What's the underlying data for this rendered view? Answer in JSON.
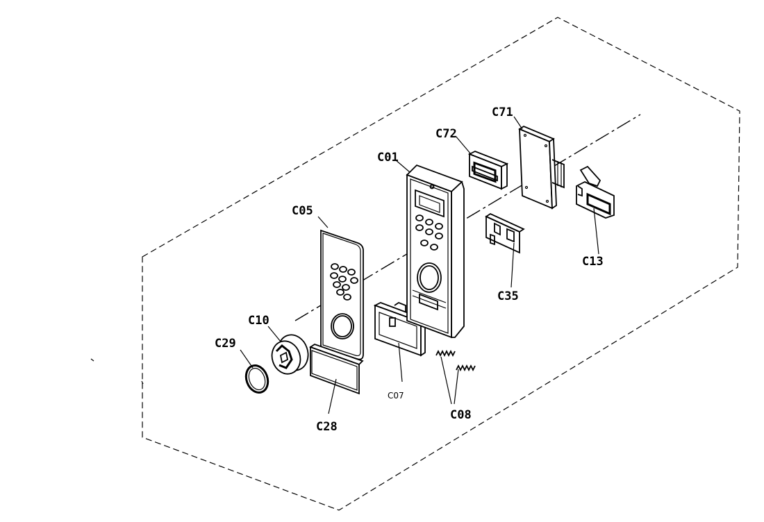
{
  "diagram": {
    "labels": {
      "C01": "C01",
      "C05": "C05",
      "C07": "C07",
      "C08": "C08",
      "C10": "C10",
      "C13": "C13",
      "C28": "C28",
      "C29": "C29",
      "C35": "C35",
      "C71": "C71",
      "C72": "C72"
    }
  }
}
